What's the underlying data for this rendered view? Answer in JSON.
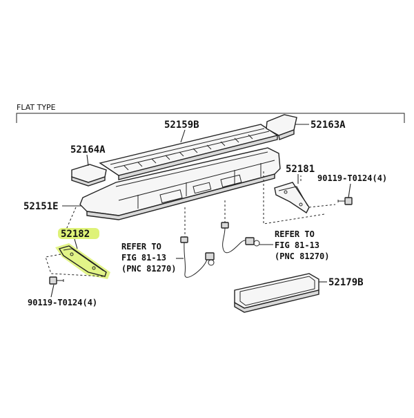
{
  "diagram": {
    "header": "FLAT TYPE",
    "highlight_color": "#d8f060",
    "parts": {
      "p52159B": "52159B",
      "p52163A": "52163A",
      "p52164A": "52164A",
      "p52181": "52181",
      "p90119_right": "90119-T0124(4)",
      "p52151E": "52151E",
      "p52182": "52182",
      "p90119_left": "90119-T0124(4)",
      "p52179B": "52179B"
    },
    "refs": {
      "left": {
        "line1": "REFER TO",
        "line2": "FIG 81-13",
        "line3": "(PNC 81270)"
      },
      "right": {
        "line1": "REFER TO",
        "line2": "FIG 81-13",
        "line3": "(PNC 81270)"
      }
    }
  }
}
